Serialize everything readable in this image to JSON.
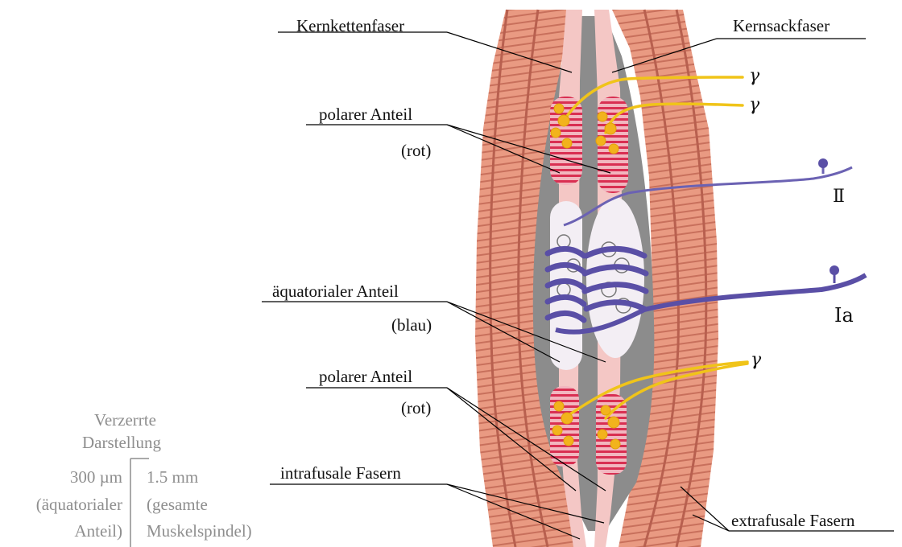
{
  "labels": {
    "kernkettenfaser": "Kernkettenfaser",
    "kernsackfaser": "Kernsackfaser",
    "polar_top": "polarer Anteil",
    "polar_top_sub": "(rot)",
    "aequatorial": "äquatorialer Anteil",
    "aequatorial_sub": "(blau)",
    "polar_bottom": "polarer Anteil",
    "polar_bottom_sub": "(rot)",
    "intrafusal": "intrafusale Fasern",
    "extrafusal": "extrafusale Fasern",
    "gamma_1": "γ",
    "gamma_2": "γ",
    "gamma_3": "γ",
    "nerve_II": "Ⅱ",
    "nerve_Ia": "Ia"
  },
  "note": {
    "title_line1": "Verzerrte",
    "title_line2": "Darstellung",
    "left_value": "300 µm",
    "left_desc_1": "(äquatorialer",
    "left_desc_2": "Anteil)",
    "right_value": "1.5 mm",
    "right_desc_1": "(gesamte",
    "right_desc_2": "Muskelspindel)"
  },
  "colors": {
    "muscle": "#e6927a",
    "muscle_dark": "#c96f5b",
    "capsule": "#8a8a8a",
    "polar_red": "#d92f52",
    "fiber_pink": "#f6c9c9",
    "nerve_blue": "#5a4fa6",
    "gamma_yellow": "#f0c419"
  }
}
